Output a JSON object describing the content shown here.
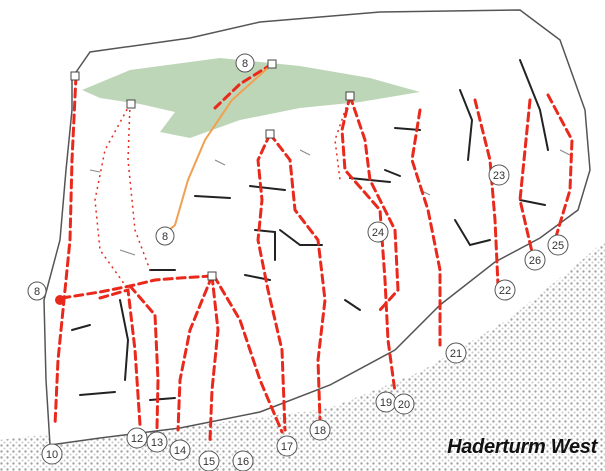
{
  "caption": "Haderturm West",
  "colors": {
    "route": "#e8291c",
    "route_variant": "#f0a050",
    "vegetation": "#a8c8a0",
    "rock_outline": "#555555",
    "ground": "#b8b8b8"
  },
  "route_labels": [
    "8",
    "8",
    "8",
    "10",
    "12",
    "13",
    "14",
    "15",
    "16",
    "17",
    "18",
    "19",
    "20",
    "21",
    "22",
    "23",
    "24",
    "25",
    "26"
  ]
}
